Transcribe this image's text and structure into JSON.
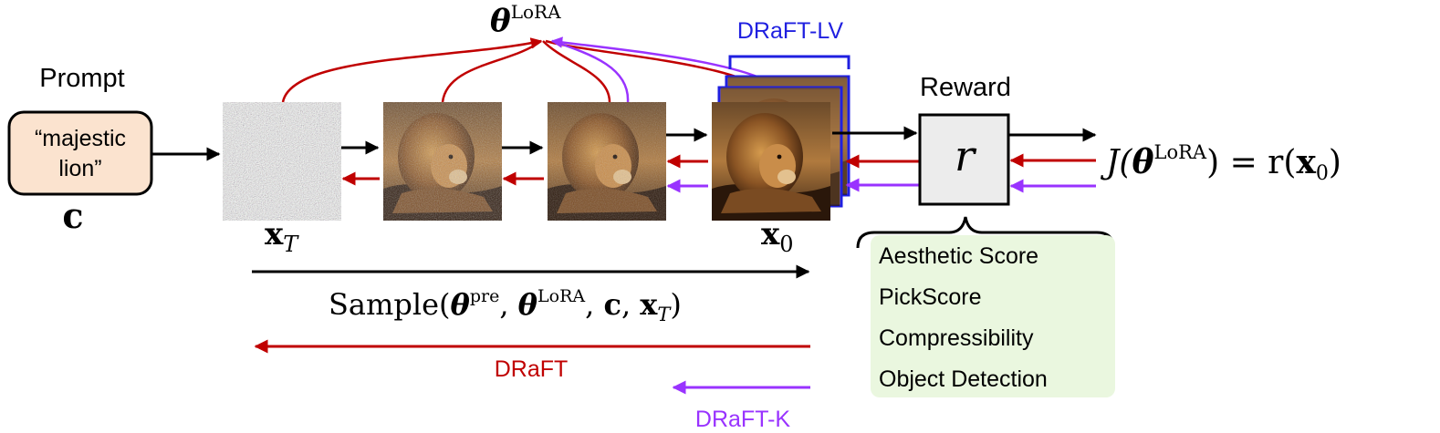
{
  "prompt": {
    "heading": "Prompt",
    "box_text_line1": "“majestic",
    "box_text_line2": "lion”",
    "symbol": "c"
  },
  "theta_lora": {
    "base": "θ",
    "sup": "LoRA"
  },
  "labels": {
    "xT": {
      "base": "x",
      "sub": "T"
    },
    "x0": {
      "base": "x",
      "sub": "0"
    },
    "draft_lv": "DRaFT-LV",
    "reward_heading": "Reward",
    "reward_symbol": "r"
  },
  "objective": {
    "J": "J(",
    "theta": "θ",
    "sup": "LoRA",
    "mid": ") = r(",
    "x": "x",
    "sub": "0",
    "close": ")"
  },
  "reward_types": [
    "Aesthetic Score",
    "PickScore",
    "Compressibility",
    "Object Detection"
  ],
  "sample": {
    "fn": "Sample(",
    "theta1": "θ",
    "sup1": "pre",
    "sep1": ", ",
    "theta2": "θ",
    "sup2": "LoRA",
    "sep2": ", ",
    "c": "c",
    "sep3": ", ",
    "x": "x",
    "sub": "T",
    "close": ")"
  },
  "methods": {
    "draft": "DRaFT",
    "draft_k": "DRaFT-K"
  },
  "colors": {
    "black": "#000000",
    "red": "#c00000",
    "purple": "#9933ff",
    "blue": "#1f1fe0",
    "prompt_fill": "#fbe3cf",
    "reward_fill": "#ececec",
    "list_fill": "#eaf7df"
  },
  "icons": [
    "lion-image",
    "noise-image"
  ]
}
